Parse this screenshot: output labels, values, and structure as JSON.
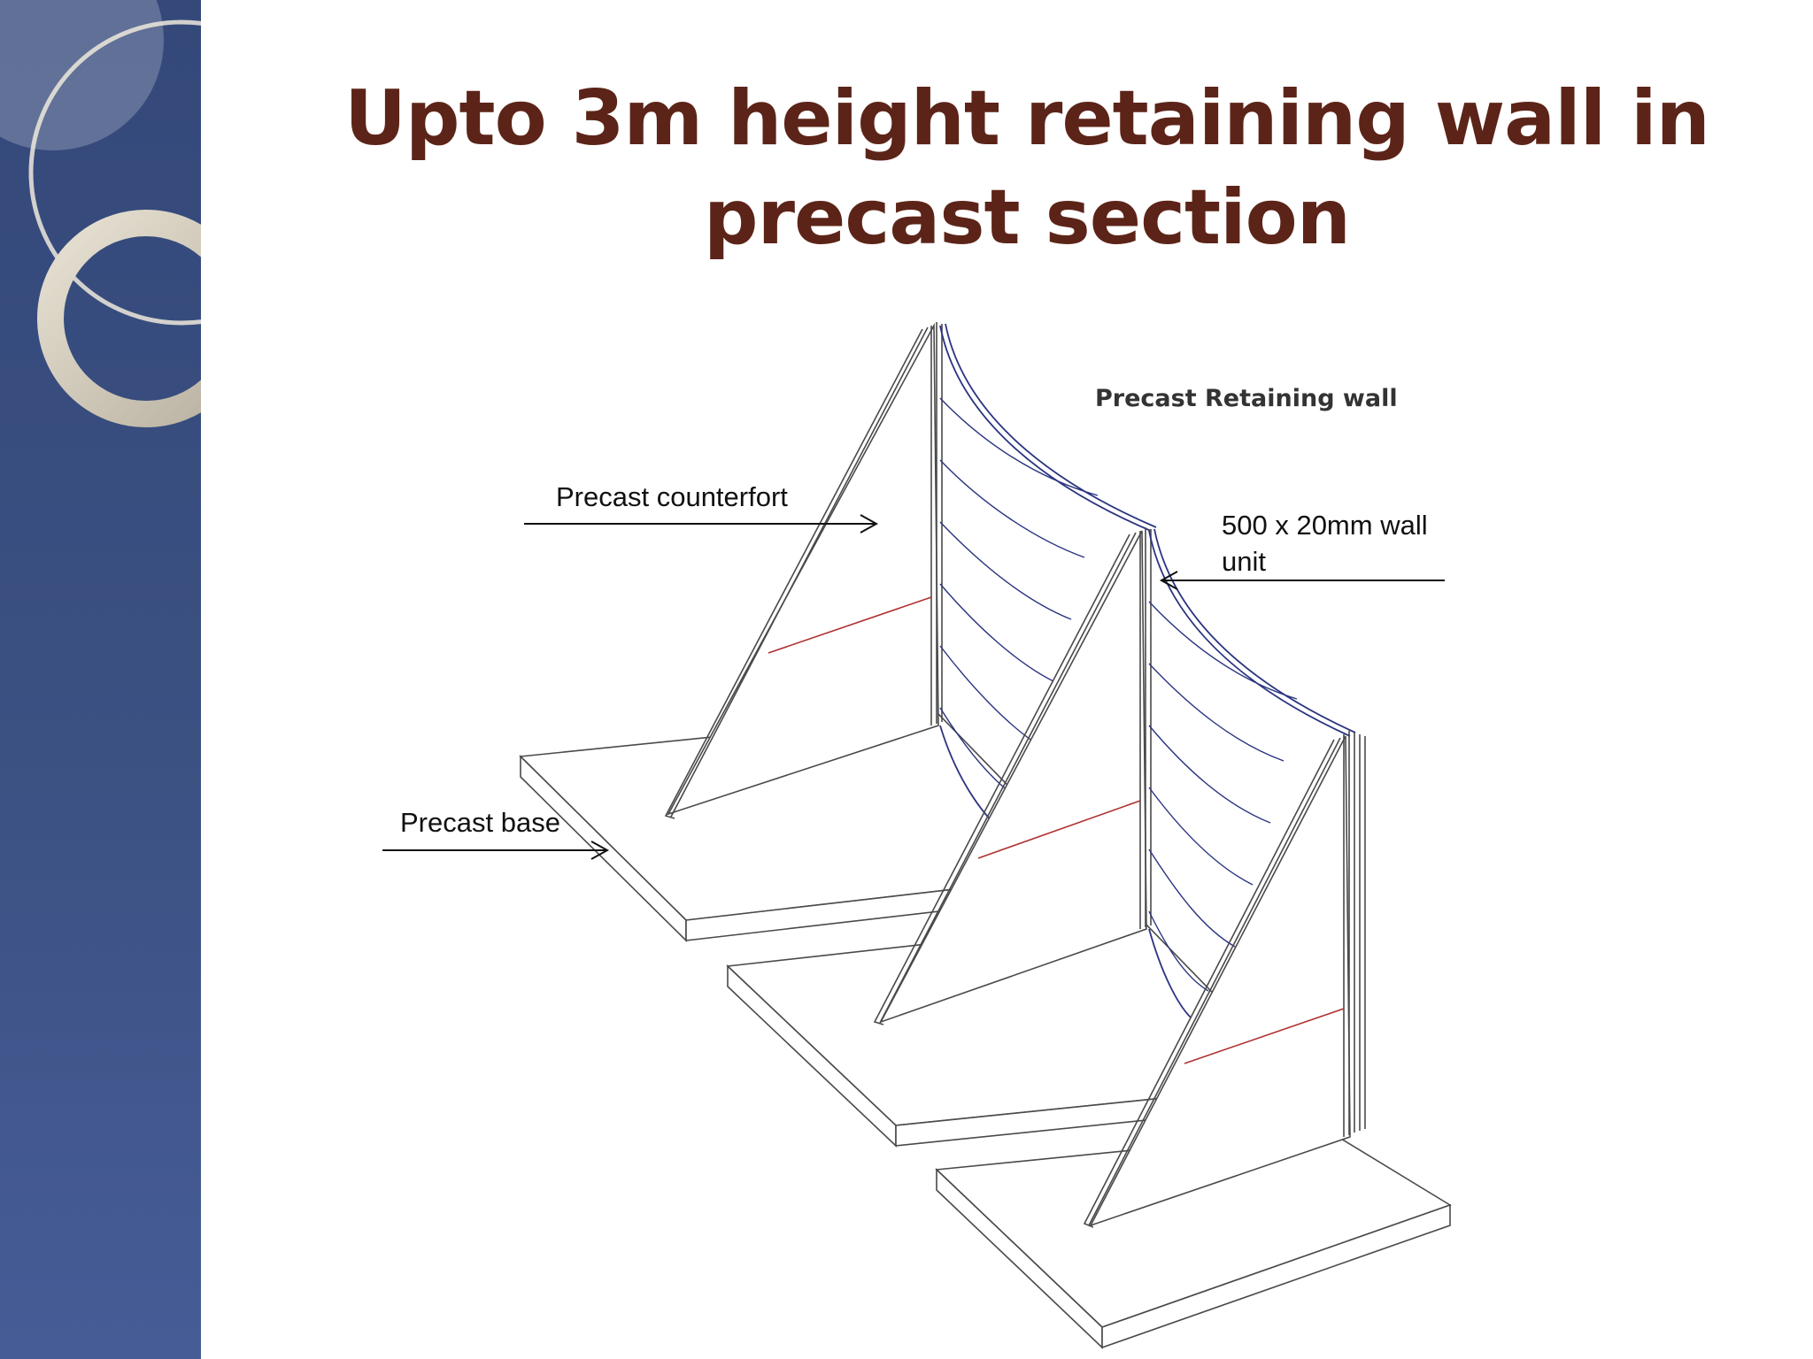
{
  "slide": {
    "title": "Upto 3m height retaining wall in precast section"
  },
  "diagram": {
    "labels": {
      "wall_name": "Precast Retaining wall",
      "counterfort": "Precast counterfort",
      "wall_unit_line1": "500 x 20mm wall",
      "wall_unit_line2": "unit",
      "base": "Precast base"
    }
  },
  "colors": {
    "sidebar": "#3b5182",
    "title": "#5c2418",
    "wall_lines": "#2a3480",
    "tie_lines": "#b03030"
  }
}
